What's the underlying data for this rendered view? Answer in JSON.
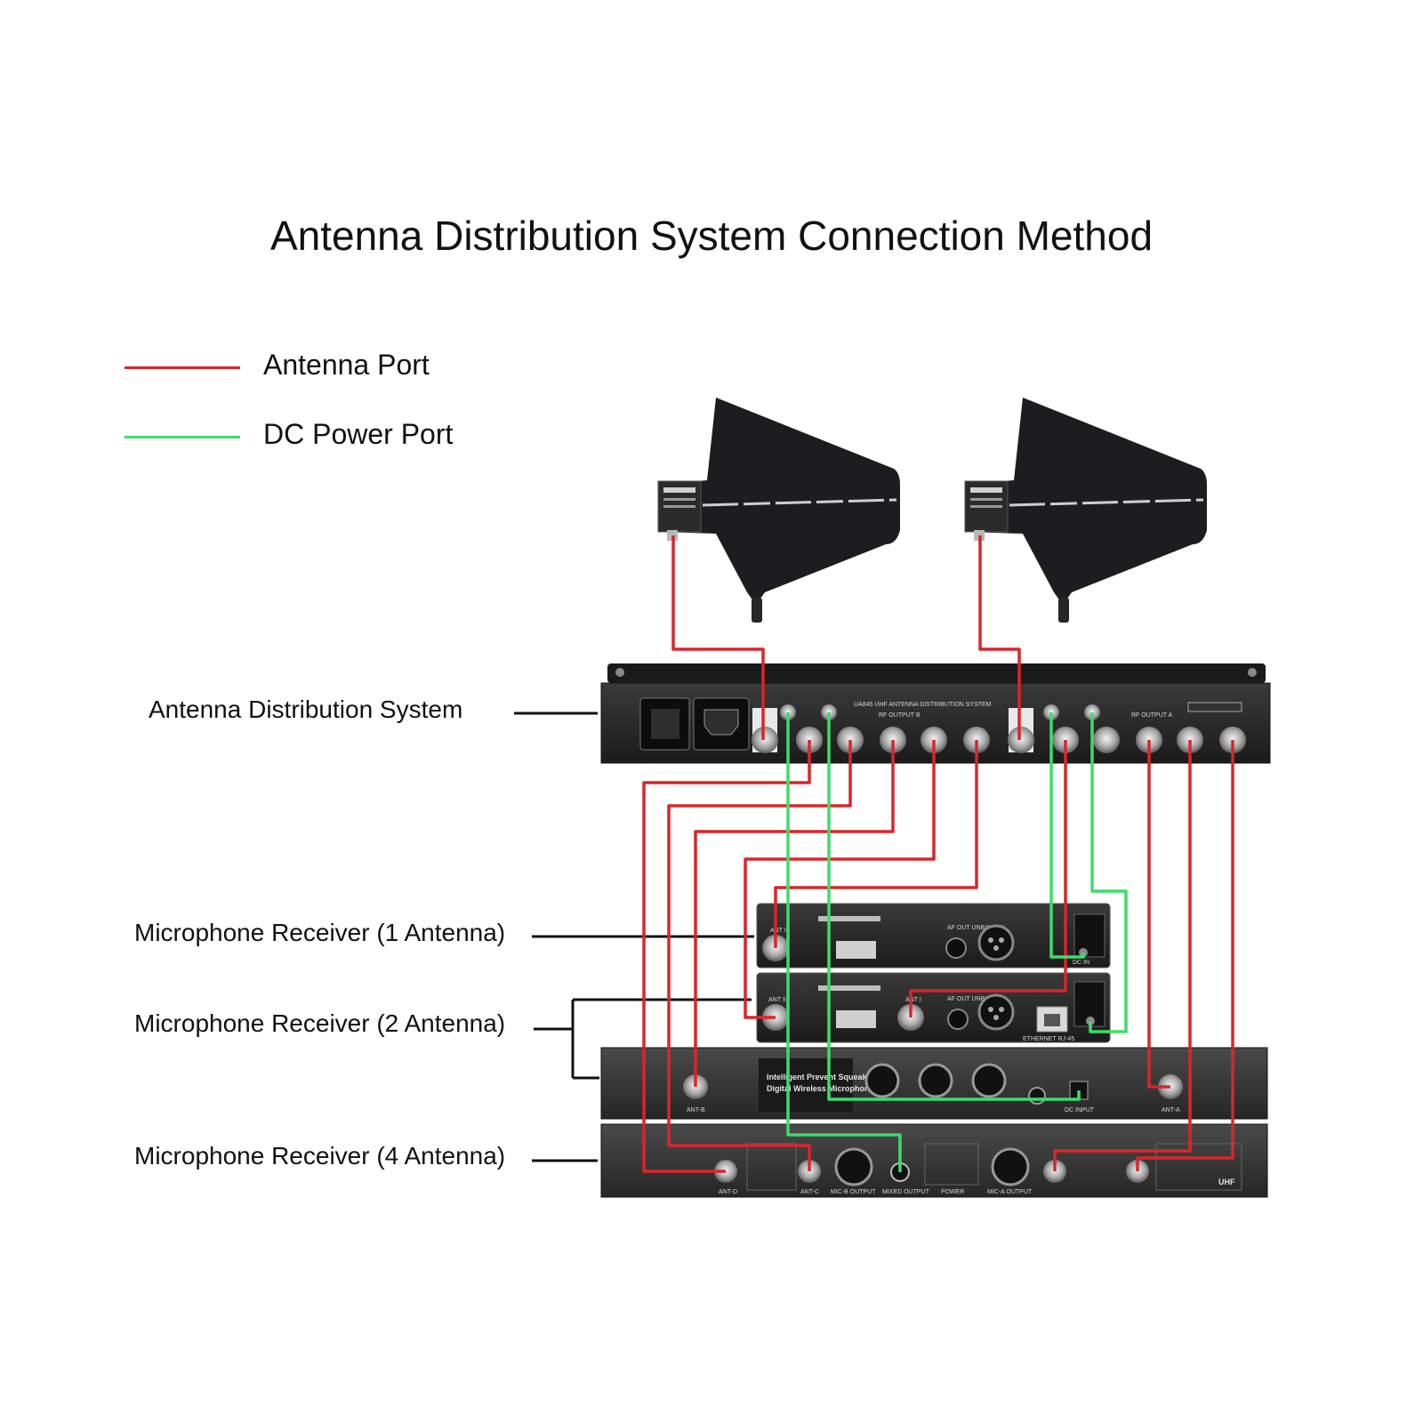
{
  "title": "Antenna Distribution System Connection Method",
  "legend": [
    {
      "label": "Antenna Port",
      "color": "#d9262a"
    },
    {
      "label": "DC Power Port",
      "color": "#3ddc6c"
    }
  ],
  "device_labels": {
    "distribution": "Antenna Distribution System",
    "receiver_1": "Microphone Receiver (1 Antenna)",
    "receiver_2": "Microphone Receiver (2 Antenna)",
    "receiver_4": "Microphone Receiver (4 Antenna)"
  },
  "panel_text": {
    "ads_model": "UA845 UHF ANTENNA DISTRIBUTION SYSTEM",
    "rf_output_b": "RF OUTPUT B",
    "rf_output_a": "RF OUTPUT A",
    "wireless_brand_line1": "Intelligent Prevent Squeak",
    "wireless_brand_line2": "Digital Wireless Microphone",
    "uhf_badge": "UHF",
    "ant_i": "ANT I",
    "ant_ii": "ANT II",
    "af_out": "AF OUT UNBAL/BAL",
    "ethernet": "ETHERNET RJ-45",
    "dc_in": "DC IN",
    "mic_b_output": "MIC-B OUTPUT",
    "mic_a_output": "MIC-A OUTPUT",
    "mixed_output": "MIXED OUTPUT",
    "power": "POWER",
    "dc_input": "DC INPUT",
    "ant_a": "ANT-A",
    "ant_b": "ANT-B",
    "ant_c": "ANT-C",
    "ant_d": "ANT-D"
  }
}
